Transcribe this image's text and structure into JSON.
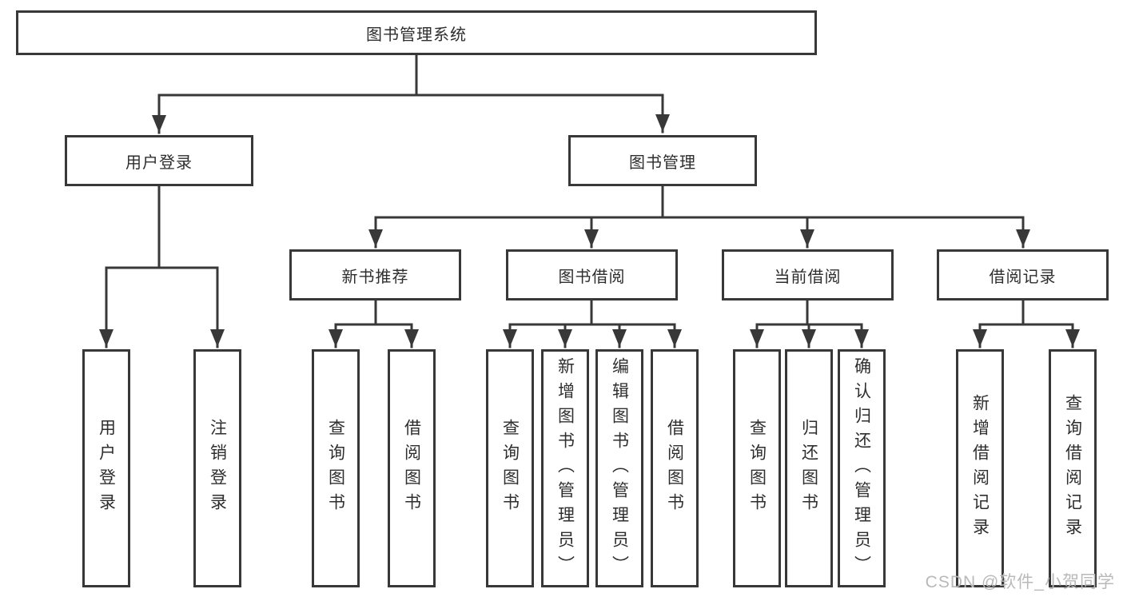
{
  "diagram": {
    "root": {
      "label": "图书管理系统"
    },
    "level2": [
      {
        "id": "user-login",
        "label": "用户登录"
      },
      {
        "id": "book-management",
        "label": "图书管理"
      }
    ],
    "level3": [
      {
        "id": "new-book-recommend",
        "label": "新书推荐",
        "parent": "图书管理"
      },
      {
        "id": "book-borrowing",
        "label": "图书借阅",
        "parent": "图书管理"
      },
      {
        "id": "current-borrowing",
        "label": "当前借阅",
        "parent": "图书管理"
      },
      {
        "id": "borrow-records",
        "label": "借阅记录",
        "parent": "图书管理"
      }
    ],
    "leaves": [
      {
        "parent": "用户登录",
        "label": "用户登录"
      },
      {
        "parent": "用户登录",
        "label": "注销登录"
      },
      {
        "parent": "新书推荐",
        "label": "查询图书"
      },
      {
        "parent": "新书推荐",
        "label": "借阅图书"
      },
      {
        "parent": "图书借阅",
        "label": "查询图书"
      },
      {
        "parent": "图书借阅",
        "label": "新增图书（管理员）"
      },
      {
        "parent": "图书借阅",
        "label": "编辑图书（管理员）"
      },
      {
        "parent": "图书借阅",
        "label": "借阅图书"
      },
      {
        "parent": "当前借阅",
        "label": "查询图书"
      },
      {
        "parent": "当前借阅",
        "label": "归还图书"
      },
      {
        "parent": "当前借阅",
        "label": "确认归还（管理员）"
      },
      {
        "parent": "借阅记录",
        "label": "新增借阅记录"
      },
      {
        "parent": "借阅记录",
        "label": "查询借阅记录"
      }
    ],
    "watermark": "CSDN @软件_小贺同学",
    "colors": {
      "line": "#383838",
      "text": "#2e2e2e",
      "box_background": "#ffffff",
      "watermark": "#b9b9b9"
    }
  }
}
